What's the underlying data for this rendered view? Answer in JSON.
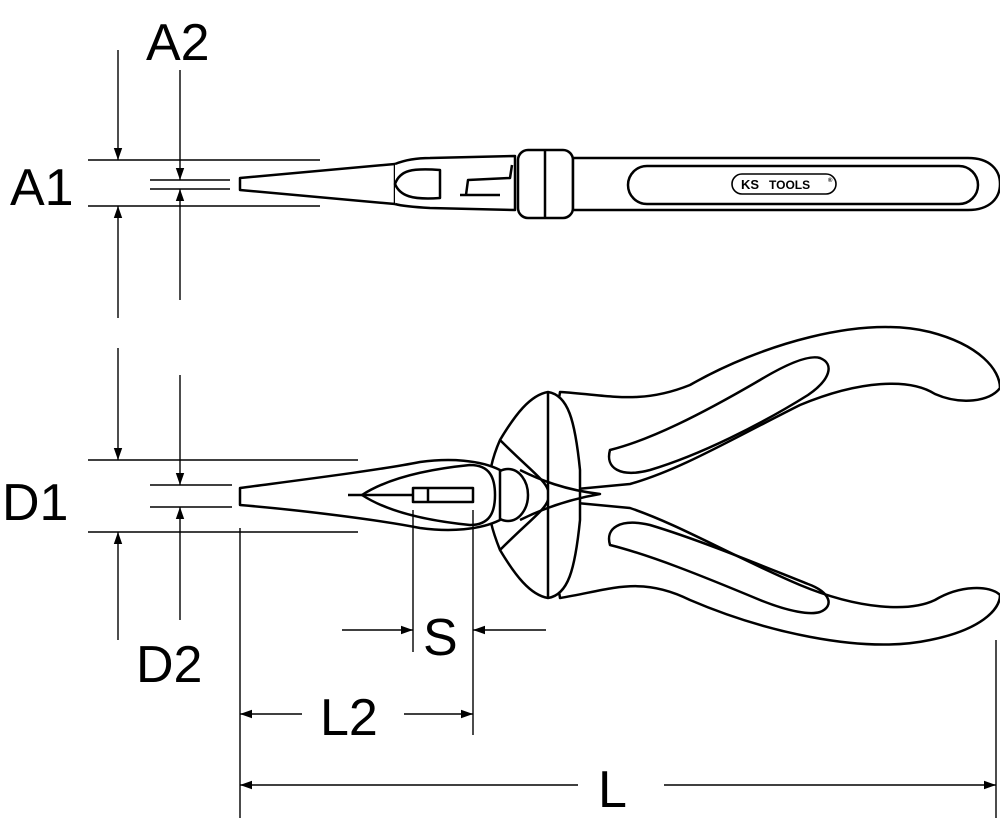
{
  "labels": {
    "a1": "A1",
    "a2": "A2",
    "d1": "D1",
    "d2": "D2",
    "s": "S",
    "l2": "L2",
    "l": "L"
  },
  "logo": {
    "brand_ks": "KS",
    "brand_tools": "TOOLS",
    "registered": "®"
  },
  "colors": {
    "line": "#000000",
    "background": "#ffffff"
  }
}
